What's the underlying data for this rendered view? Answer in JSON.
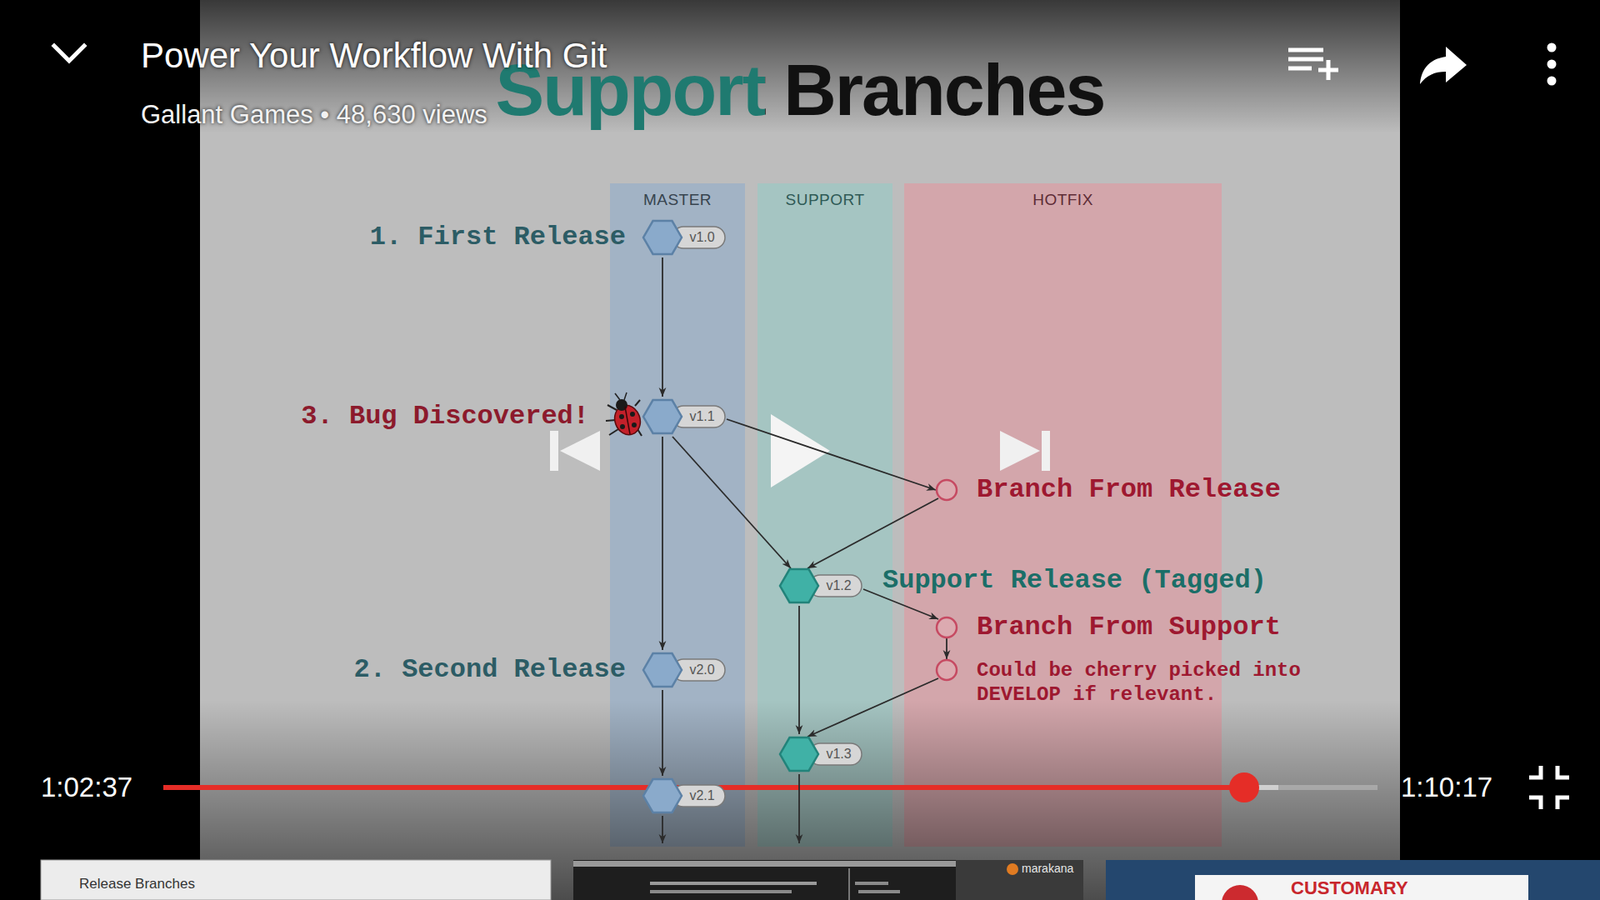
{
  "diagram": {
    "title": "Support Branches",
    "nodes": [
      {
        "text": [
          "MASTER"
        ]
      },
      {
        "text": [
          "v1.0",
          "1. First Release"
        ],
        "in": 0
      },
      {
        "text": [
          "v1.1",
          "3. Bug Discovered!"
        ],
        "in": 0
      },
      {
        "text": [
          "v2.0",
          "2. Second Release"
        ],
        "in": 0
      },
      {
        "text": [
          "v2.1"
        ],
        "in": 0
      },
      {
        "text": [
          "SUPPORT"
        ]
      },
      {
        "text": [
          "v1.2",
          "Support Release (Tagged)"
        ],
        "in": 5
      },
      {
        "text": [
          "v1.3"
        ],
        "in": 5
      },
      {
        "text": [
          "HOTFIX"
        ]
      },
      {
        "text": [
          "Branch From Release"
        ],
        "in": 8
      },
      {
        "text": [
          "Branch From Support"
        ],
        "in": 8
      },
      {
        "text": [
          "Could be cherry picked into DEVELOP if relevant."
        ],
        "in": 8
      }
    ],
    "edges": [
      {
        "from": 1,
        "to": 2,
        "arrow": "to"
      },
      {
        "from": 2,
        "to": 3,
        "arrow": "to"
      },
      {
        "from": 3,
        "to": 4,
        "arrow": "to"
      },
      {
        "from": 2,
        "to": 9,
        "arrow": "to"
      },
      {
        "from": 2,
        "to": 6,
        "arrow": "to"
      },
      {
        "from": 9,
        "to": 6,
        "arrow": "to"
      },
      {
        "from": 6,
        "to": 10,
        "arrow": "to"
      },
      {
        "from": 6,
        "to": 7,
        "arrow": "to"
      },
      {
        "from": 10,
        "to": 11,
        "arrow": "to"
      },
      {
        "from": 11,
        "to": 7,
        "arrow": "to"
      }
    ],
    "labels": [
      "Power Your Workflow With Git",
      "Gallant Games • 48,630 views",
      "1:02:37",
      "1:10:17",
      "Release Branches",
      "marakana",
      "CUSTOMARY"
    ]
  }
}
